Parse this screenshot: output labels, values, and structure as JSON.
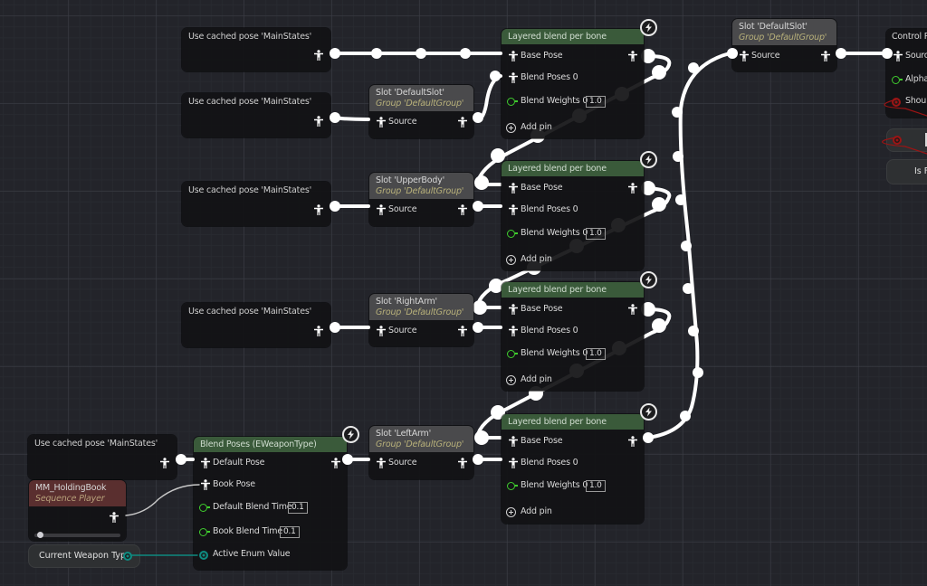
{
  "graph": {
    "type": "Animation Blueprint AnimGraph",
    "cached_pose_nodes": [
      {
        "title": "Use cached pose 'MainStates'"
      },
      {
        "title": "Use cached pose 'MainStates'"
      },
      {
        "title": "Use cached pose 'MainStates'"
      },
      {
        "title": "Use cached pose 'MainStates'"
      },
      {
        "title": "Use cached pose 'MainStates'"
      }
    ],
    "slot_nodes": [
      {
        "title": "Slot 'DefaultSlot'",
        "group": "Group 'DefaultGroup'",
        "pin": "Source"
      },
      {
        "title": "Slot 'UpperBody'",
        "group": "Group 'DefaultGroup'",
        "pin": "Source"
      },
      {
        "title": "Slot 'RightArm'",
        "group": "Group 'DefaultGroup'",
        "pin": "Source"
      },
      {
        "title": "Slot 'LeftArm'",
        "group": "Group 'DefaultGroup'",
        "pin": "Source"
      },
      {
        "title": "Slot 'DefaultSlot'",
        "group": "Group 'DefaultGroup'",
        "pin": "Source"
      }
    ],
    "layered_blend_nodes": [
      {
        "title": "Layered blend per bone",
        "pins": {
          "base": "Base Pose",
          "blend": "Blend Poses 0",
          "weights": "Blend Weights 0",
          "weights_value": "1.0",
          "add": "Add pin"
        }
      },
      {
        "title": "Layered blend per bone",
        "pins": {
          "base": "Base Pose",
          "blend": "Blend Poses 0",
          "weights": "Blend Weights 0",
          "weights_value": "1.0",
          "add": "Add pin"
        }
      },
      {
        "title": "Layered blend per bone",
        "pins": {
          "base": "Base Pose",
          "blend": "Blend Poses 0",
          "weights": "Blend Weights 0",
          "weights_value": "1.0",
          "add": "Add pin"
        }
      },
      {
        "title": "Layered blend per bone",
        "pins": {
          "base": "Base Pose",
          "blend": "Blend Poses 0",
          "weights": "Blend Weights 0",
          "weights_value": "1.0",
          "add": "Add pin"
        }
      }
    ],
    "blend_poses_node": {
      "title": "Blend Poses (EWeaponType)",
      "pins": {
        "default_pose": "Default Pose",
        "book_pose": "Book Pose",
        "default_blend_time": "Default Blend Time",
        "default_blend_time_value": "0.1",
        "book_blend_time": "Book Blend Time",
        "book_blend_time_value": "0.1",
        "active_enum": "Active Enum Value"
      }
    },
    "sequence_player": {
      "title": "MM_HoldingBook",
      "subtitle": "Sequence Player",
      "progress": 0.0
    },
    "variable_node": {
      "label": "Current Weapon Type"
    },
    "control_rig_node": {
      "title": "Control R",
      "pins": {
        "source": "Sourc",
        "alpha": "Alpha",
        "should": "Shoul"
      }
    },
    "partial_node_label": "Is F",
    "colors": {
      "background": "#23242a",
      "exec_wire": "#ffffff",
      "float_pin": "#3fcc2e",
      "enum_pin": "#0e8a80",
      "bool_pin": "#9b1414",
      "layered_header": "#3a5a3a",
      "slot_header": "#4a4a4c",
      "sequence_header": "#5a2f2f"
    }
  }
}
